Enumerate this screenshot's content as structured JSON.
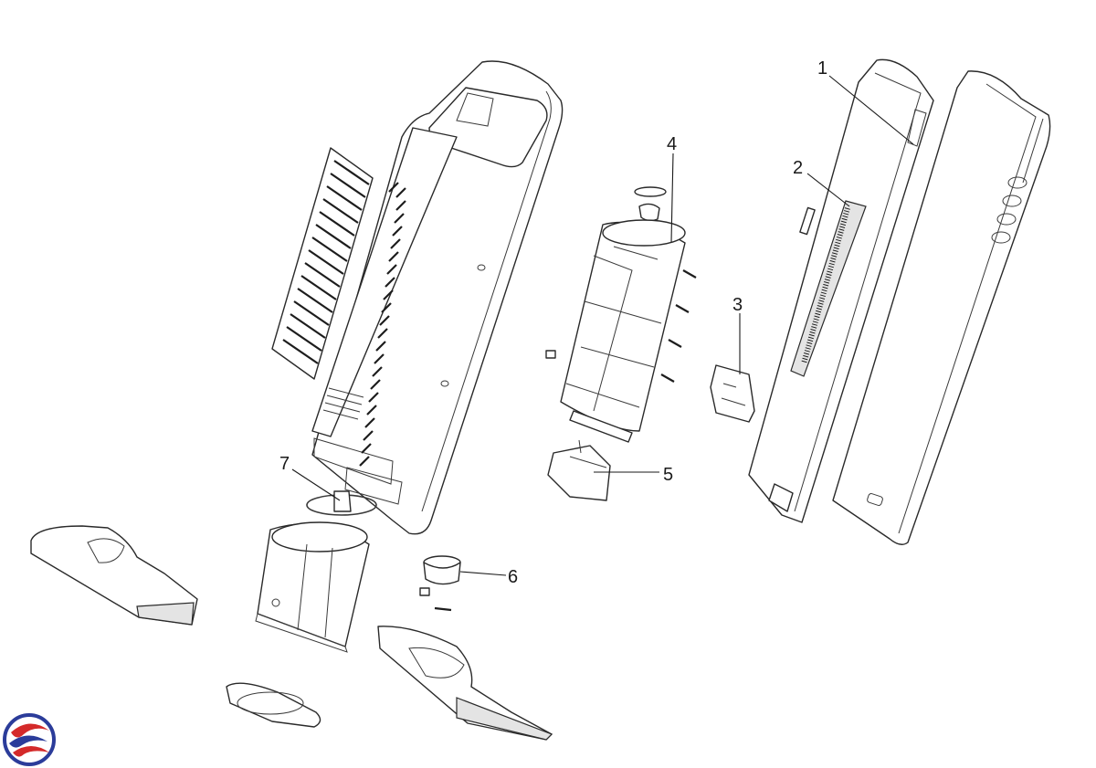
{
  "callouts": {
    "c1": "1",
    "c2": "2",
    "c3": "3",
    "c4": "4",
    "c5": "5",
    "c6": "6",
    "c7": "7"
  },
  "colors": {
    "line": "#2a2a2a",
    "shade": "#e4e4e4",
    "logo_red": "#d42a2a",
    "logo_blue": "#2b3c9a"
  },
  "icons": {
    "logo": "brand-swirl-logo"
  }
}
